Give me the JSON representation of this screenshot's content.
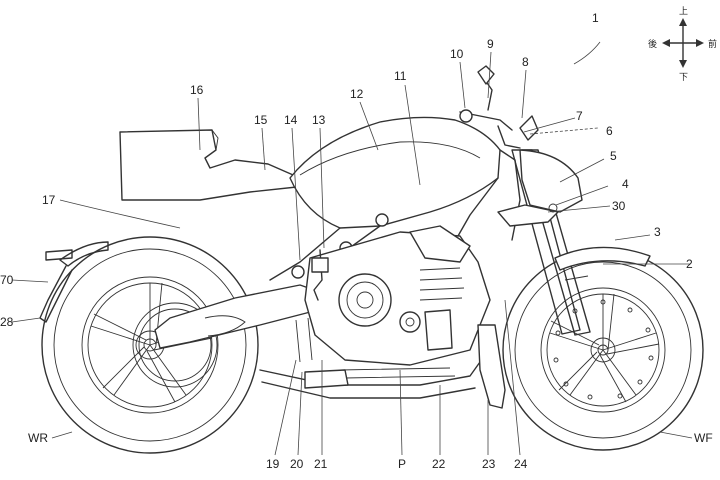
{
  "compass": {
    "up": "上",
    "down": "下",
    "front": "前",
    "rear": "後"
  },
  "labels": {
    "n1": "1",
    "n2": "2",
    "n3": "3",
    "n4": "4",
    "n5": "5",
    "n6": "6",
    "n7": "7",
    "n8": "8",
    "n9": "9",
    "n10": "10",
    "n11": "11",
    "n12": "12",
    "n13": "13",
    "n14": "14",
    "n15": "15",
    "n16": "16",
    "n17": "17",
    "n19": "19",
    "n20": "20",
    "n21": "21",
    "n22": "22",
    "n23": "23",
    "n24": "24",
    "n28": "28",
    "n30": "30",
    "n70": "70",
    "p": "P",
    "wr": "WR",
    "wf": "WF"
  }
}
